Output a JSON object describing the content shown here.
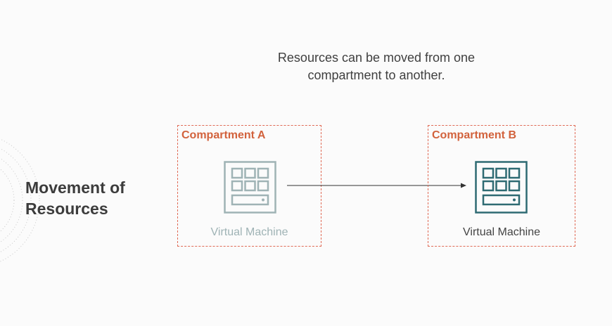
{
  "slide": {
    "title_line1": "Movement of",
    "title_line2": "Resources",
    "subtitle_line1": "Resources can be moved from one",
    "subtitle_line2": "compartment to another."
  },
  "compartments": [
    {
      "label": "Compartment A",
      "resource": "Virtual Machine",
      "state": "faded"
    },
    {
      "label": "Compartment B",
      "resource": "Virtual Machine",
      "state": "active"
    }
  ],
  "colors": {
    "compartment_border": "#e06a55",
    "compartment_label": "#d2623c",
    "vm_faded": "#9fb3b5",
    "vm_active": "#2e6b73",
    "arrow": "#333333"
  },
  "icons": [
    "virtual-machine-icon",
    "arrow-right-icon"
  ]
}
